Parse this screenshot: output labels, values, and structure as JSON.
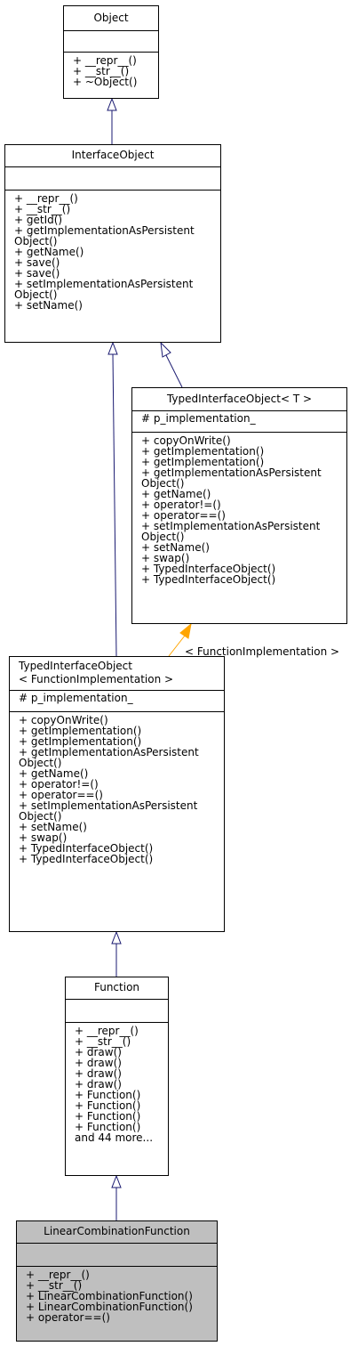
{
  "diagram": {
    "classes": {
      "object": {
        "title": "Object",
        "attributes": [],
        "methods": [
          "+ __repr__()",
          "+ __str__()",
          "+ ~Object()"
        ]
      },
      "interface_object": {
        "title": "InterfaceObject",
        "attributes": [],
        "methods": [
          "+ __repr__()",
          "+ __str__()",
          "+ getId()",
          "+ getImplementationAsPersistent",
          "Object()",
          "+ getName()",
          "+ save()",
          "+ save()",
          "+ setImplementationAsPersistent",
          "Object()",
          "+ setName()"
        ]
      },
      "typed_interface_object_t": {
        "title": "TypedInterfaceObject< T >",
        "attributes": [
          "# p_implementation_"
        ],
        "methods": [
          "+ copyOnWrite()",
          "+ getImplementation()",
          "+ getImplementation()",
          "+ getImplementationAsPersistent",
          "Object()",
          "+ getName()",
          "+ operator!=()",
          "+ operator==()",
          "+ setImplementationAsPersistent",
          "Object()",
          "+ setName()",
          "+ swap()",
          "+ TypedInterfaceObject()",
          "+ TypedInterfaceObject()"
        ]
      },
      "typed_interface_object_fi": {
        "title_lines": [
          "TypedInterfaceObject",
          "< FunctionImplementation >"
        ],
        "attributes": [
          "# p_implementation_"
        ],
        "methods": [
          "+ copyOnWrite()",
          "+ getImplementation()",
          "+ getImplementation()",
          "+ getImplementationAsPersistent",
          "Object()",
          "+ getName()",
          "+ operator!=()",
          "+ operator==()",
          "+ setImplementationAsPersistent",
          "Object()",
          "+ setName()",
          "+ swap()",
          "+ TypedInterfaceObject()",
          "+ TypedInterfaceObject()"
        ]
      },
      "function": {
        "title": "Function",
        "attributes": [],
        "methods": [
          "+ __repr__()",
          "+ __str__()",
          "+ draw()",
          "+ draw()",
          "+ draw()",
          "+ draw()",
          "+ Function()",
          "+ Function()",
          "+ Function()",
          "+ Function()",
          "and 44 more..."
        ]
      },
      "linear_combination_function": {
        "title": "LinearCombinationFunction",
        "attributes": [],
        "methods": [
          "+ __repr__()",
          "+ __str__()",
          "+ LinearCombinationFunction()",
          "+ LinearCombinationFunction()",
          "+ operator==()"
        ]
      }
    },
    "template_edge_label": "< FunctionImplementation >",
    "colors": {
      "inheritance_edge": "#191970",
      "template_edge": "#ffa500",
      "highlight_fill": "#bfbfbf"
    }
  }
}
